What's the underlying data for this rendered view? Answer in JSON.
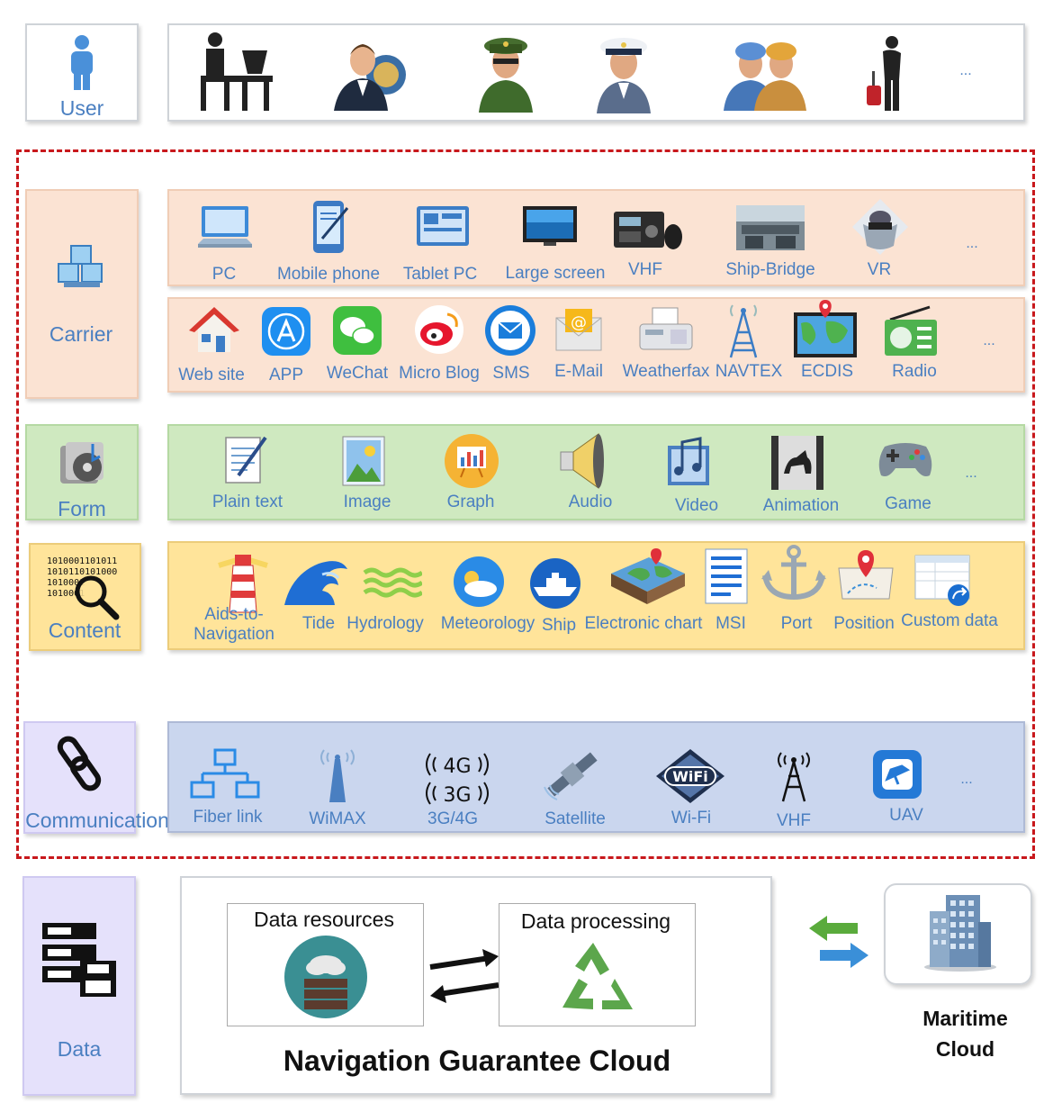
{
  "user": {
    "label": "User",
    "more": "..."
  },
  "carrier": {
    "label": "Carrier",
    "row1": [
      "PC",
      "Mobile phone",
      "Tablet PC",
      "Large screen",
      "VHF",
      "Ship-Bridge",
      "VR"
    ],
    "row2": [
      "Web site",
      "APP",
      "WeChat",
      "Micro Blog",
      "SMS",
      "E-Mail",
      "Weatherfax",
      "NAVTEX",
      "ECDIS",
      "Radio"
    ],
    "more": "..."
  },
  "form": {
    "label": "Form",
    "items": [
      "Plain text",
      "Image",
      "Graph",
      "Audio",
      "Video",
      "Animation",
      "Game"
    ],
    "more": "..."
  },
  "content": {
    "label": "Content",
    "binary": [
      "1010001101011",
      "1010110101000",
      "1010001",
      "1010001"
    ],
    "items": [
      "Aids-to-\nNavigation",
      "Tide",
      "Hydrology",
      "Meteorology",
      "Ship",
      "Electronic chart",
      "MSI",
      "Port",
      "Position",
      "Custom data"
    ]
  },
  "communication": {
    "label": "Communication",
    "items": [
      "Fiber link",
      "WiMAX",
      "3G/4G",
      "Satellite",
      "Wi-Fi",
      "VHF",
      "UAV"
    ],
    "net_4g": "4G",
    "net_3g": "3G",
    "wifi_badge": "WiFi",
    "more": "..."
  },
  "data": {
    "label": "Data",
    "resources": "Data resources",
    "processing": "Data processing",
    "cloud_title": "Navigation Guarantee Cloud",
    "maritime_cloud": "Maritime\nCloud"
  },
  "colors": {
    "label_blue": "#4a7fc1",
    "dashed_red": "#c8181c",
    "carrier_bg": "#fbe3d3",
    "form_bg": "#cfe9c0",
    "content_bg": "#ffe49a",
    "comm_bg": "#cad6ee",
    "data_bg": "#e5e1fb"
  }
}
